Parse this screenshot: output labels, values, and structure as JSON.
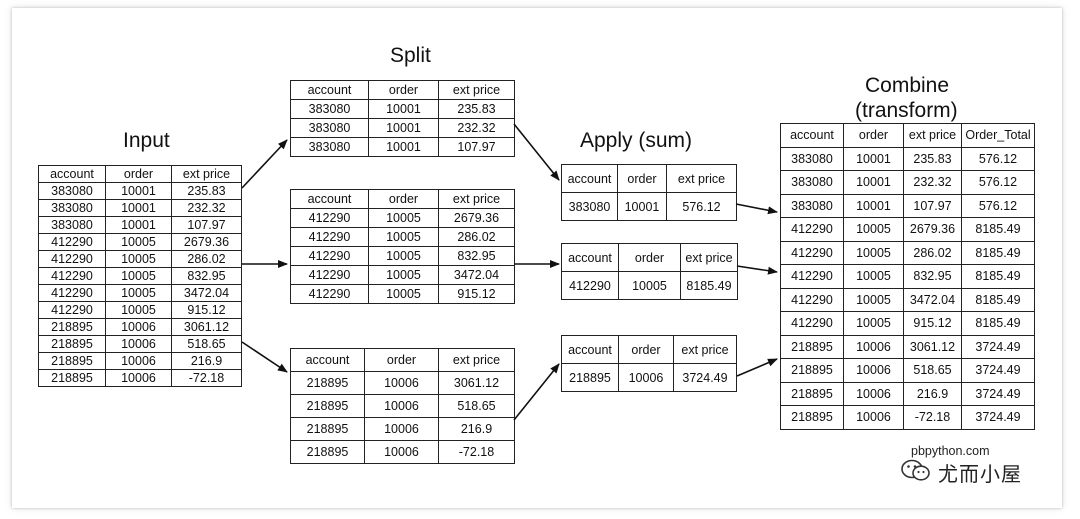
{
  "headings": {
    "input": "Input",
    "split": "Split",
    "apply": "Apply (sum)",
    "combine_line1": "Combine",
    "combine_line2": "(transform)"
  },
  "input_table": {
    "columns": [
      "account",
      "order",
      "ext price"
    ],
    "rows": [
      [
        "383080",
        "10001",
        "235.83"
      ],
      [
        "383080",
        "10001",
        "232.32"
      ],
      [
        "383080",
        "10001",
        "107.97"
      ],
      [
        "412290",
        "10005",
        "2679.36"
      ],
      [
        "412290",
        "10005",
        "286.02"
      ],
      [
        "412290",
        "10005",
        "832.95"
      ],
      [
        "412290",
        "10005",
        "3472.04"
      ],
      [
        "412290",
        "10005",
        "915.12"
      ],
      [
        "218895",
        "10006",
        "3061.12"
      ],
      [
        "218895",
        "10006",
        "518.65"
      ],
      [
        "218895",
        "10006",
        "216.9"
      ],
      [
        "218895",
        "10006",
        "-72.18"
      ]
    ]
  },
  "split_tables": [
    {
      "columns": [
        "account",
        "order",
        "ext price"
      ],
      "rows": [
        [
          "383080",
          "10001",
          "235.83"
        ],
        [
          "383080",
          "10001",
          "232.32"
        ],
        [
          "383080",
          "10001",
          "107.97"
        ]
      ]
    },
    {
      "columns": [
        "account",
        "order",
        "ext price"
      ],
      "rows": [
        [
          "412290",
          "10005",
          "2679.36"
        ],
        [
          "412290",
          "10005",
          "286.02"
        ],
        [
          "412290",
          "10005",
          "832.95"
        ],
        [
          "412290",
          "10005",
          "3472.04"
        ],
        [
          "412290",
          "10005",
          "915.12"
        ]
      ]
    },
    {
      "columns": [
        "account",
        "order",
        "ext price"
      ],
      "rows": [
        [
          "218895",
          "10006",
          "3061.12"
        ],
        [
          "218895",
          "10006",
          "518.65"
        ],
        [
          "218895",
          "10006",
          "216.9"
        ],
        [
          "218895",
          "10006",
          "-72.18"
        ]
      ]
    }
  ],
  "apply_tables": [
    {
      "columns": [
        "account",
        "order",
        "ext price"
      ],
      "rows": [
        [
          "383080",
          "10001",
          "576.12"
        ]
      ]
    },
    {
      "columns": [
        "account",
        "order",
        "ext price"
      ],
      "rows": [
        [
          "412290",
          "10005",
          "8185.49"
        ]
      ]
    },
    {
      "columns": [
        "account",
        "order",
        "ext price"
      ],
      "rows": [
        [
          "218895",
          "10006",
          "3724.49"
        ]
      ]
    }
  ],
  "combine_table": {
    "columns": [
      "account",
      "order",
      "ext price",
      "Order_Total"
    ],
    "rows": [
      [
        "383080",
        "10001",
        "235.83",
        "576.12"
      ],
      [
        "383080",
        "10001",
        "232.32",
        "576.12"
      ],
      [
        "383080",
        "10001",
        "107.97",
        "576.12"
      ],
      [
        "412290",
        "10005",
        "2679.36",
        "8185.49"
      ],
      [
        "412290",
        "10005",
        "286.02",
        "8185.49"
      ],
      [
        "412290",
        "10005",
        "832.95",
        "8185.49"
      ],
      [
        "412290",
        "10005",
        "3472.04",
        "8185.49"
      ],
      [
        "412290",
        "10005",
        "915.12",
        "8185.49"
      ],
      [
        "218895",
        "10006",
        "3061.12",
        "3724.49"
      ],
      [
        "218895",
        "10006",
        "518.65",
        "3724.49"
      ],
      [
        "218895",
        "10006",
        "216.9",
        "3724.49"
      ],
      [
        "218895",
        "10006",
        "-72.18",
        "3724.49"
      ]
    ]
  },
  "watermark": {
    "site": "pbpython.com",
    "account_name": "尤而小屋",
    "icon": "wechat-icon"
  }
}
